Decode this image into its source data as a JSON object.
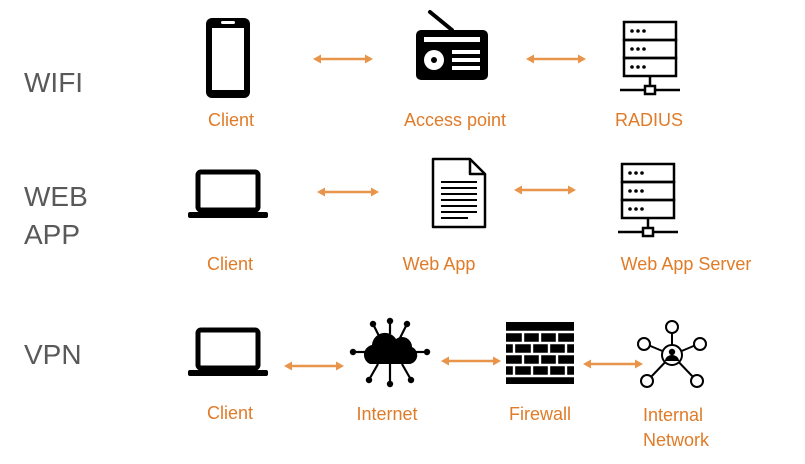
{
  "rows": {
    "wifi": {
      "title": "WIFI",
      "client": "Client",
      "ap": "Access point",
      "server": "RADIUS"
    },
    "webapp": {
      "title_line1": "WEB",
      "title_line2": "APP",
      "client": "Client",
      "app": "Web App",
      "server": "Web App Server"
    },
    "vpn": {
      "title": "VPN",
      "client": "Client",
      "internet": "Internet",
      "firewall": "Firewall",
      "network_line1": "Internal",
      "network_line2": "Network"
    }
  },
  "colors": {
    "accent": "#e07b28",
    "icon": "#000000",
    "title": "#595959"
  },
  "icons": [
    "smartphone-icon",
    "radio-icon",
    "server-icon",
    "laptop-icon",
    "document-icon",
    "cloud-network-icon",
    "firewall-icon",
    "network-icon"
  ]
}
